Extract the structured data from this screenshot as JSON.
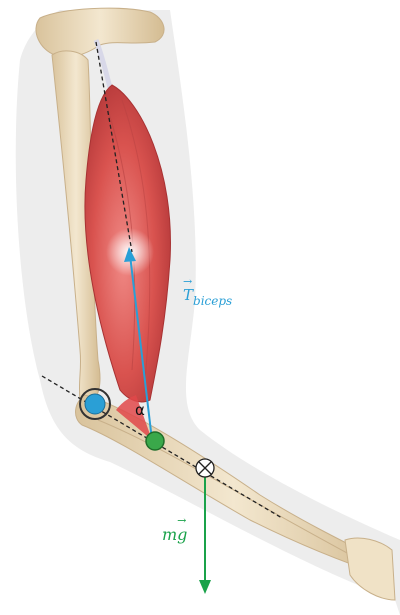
{
  "labels": {
    "tension_symbol": "T",
    "tension_subscript": "biceps",
    "weight_prefix": "m",
    "weight_symbol": "g",
    "angle": "α"
  },
  "colors": {
    "tension": "#2a9fd6",
    "weight": "#1aa24a",
    "pivot_joint": "#2a9fd6",
    "insertion_point": "#3aa84a",
    "angle_wedge": "#e0484a",
    "muscle": "#d9534f",
    "bone": "#ecdcc0",
    "skin": "#ececec"
  },
  "icons": {
    "pivot": "blue-dot-icon",
    "insertion": "green-dot-icon",
    "center_of_mass": "circled-cross-icon"
  }
}
